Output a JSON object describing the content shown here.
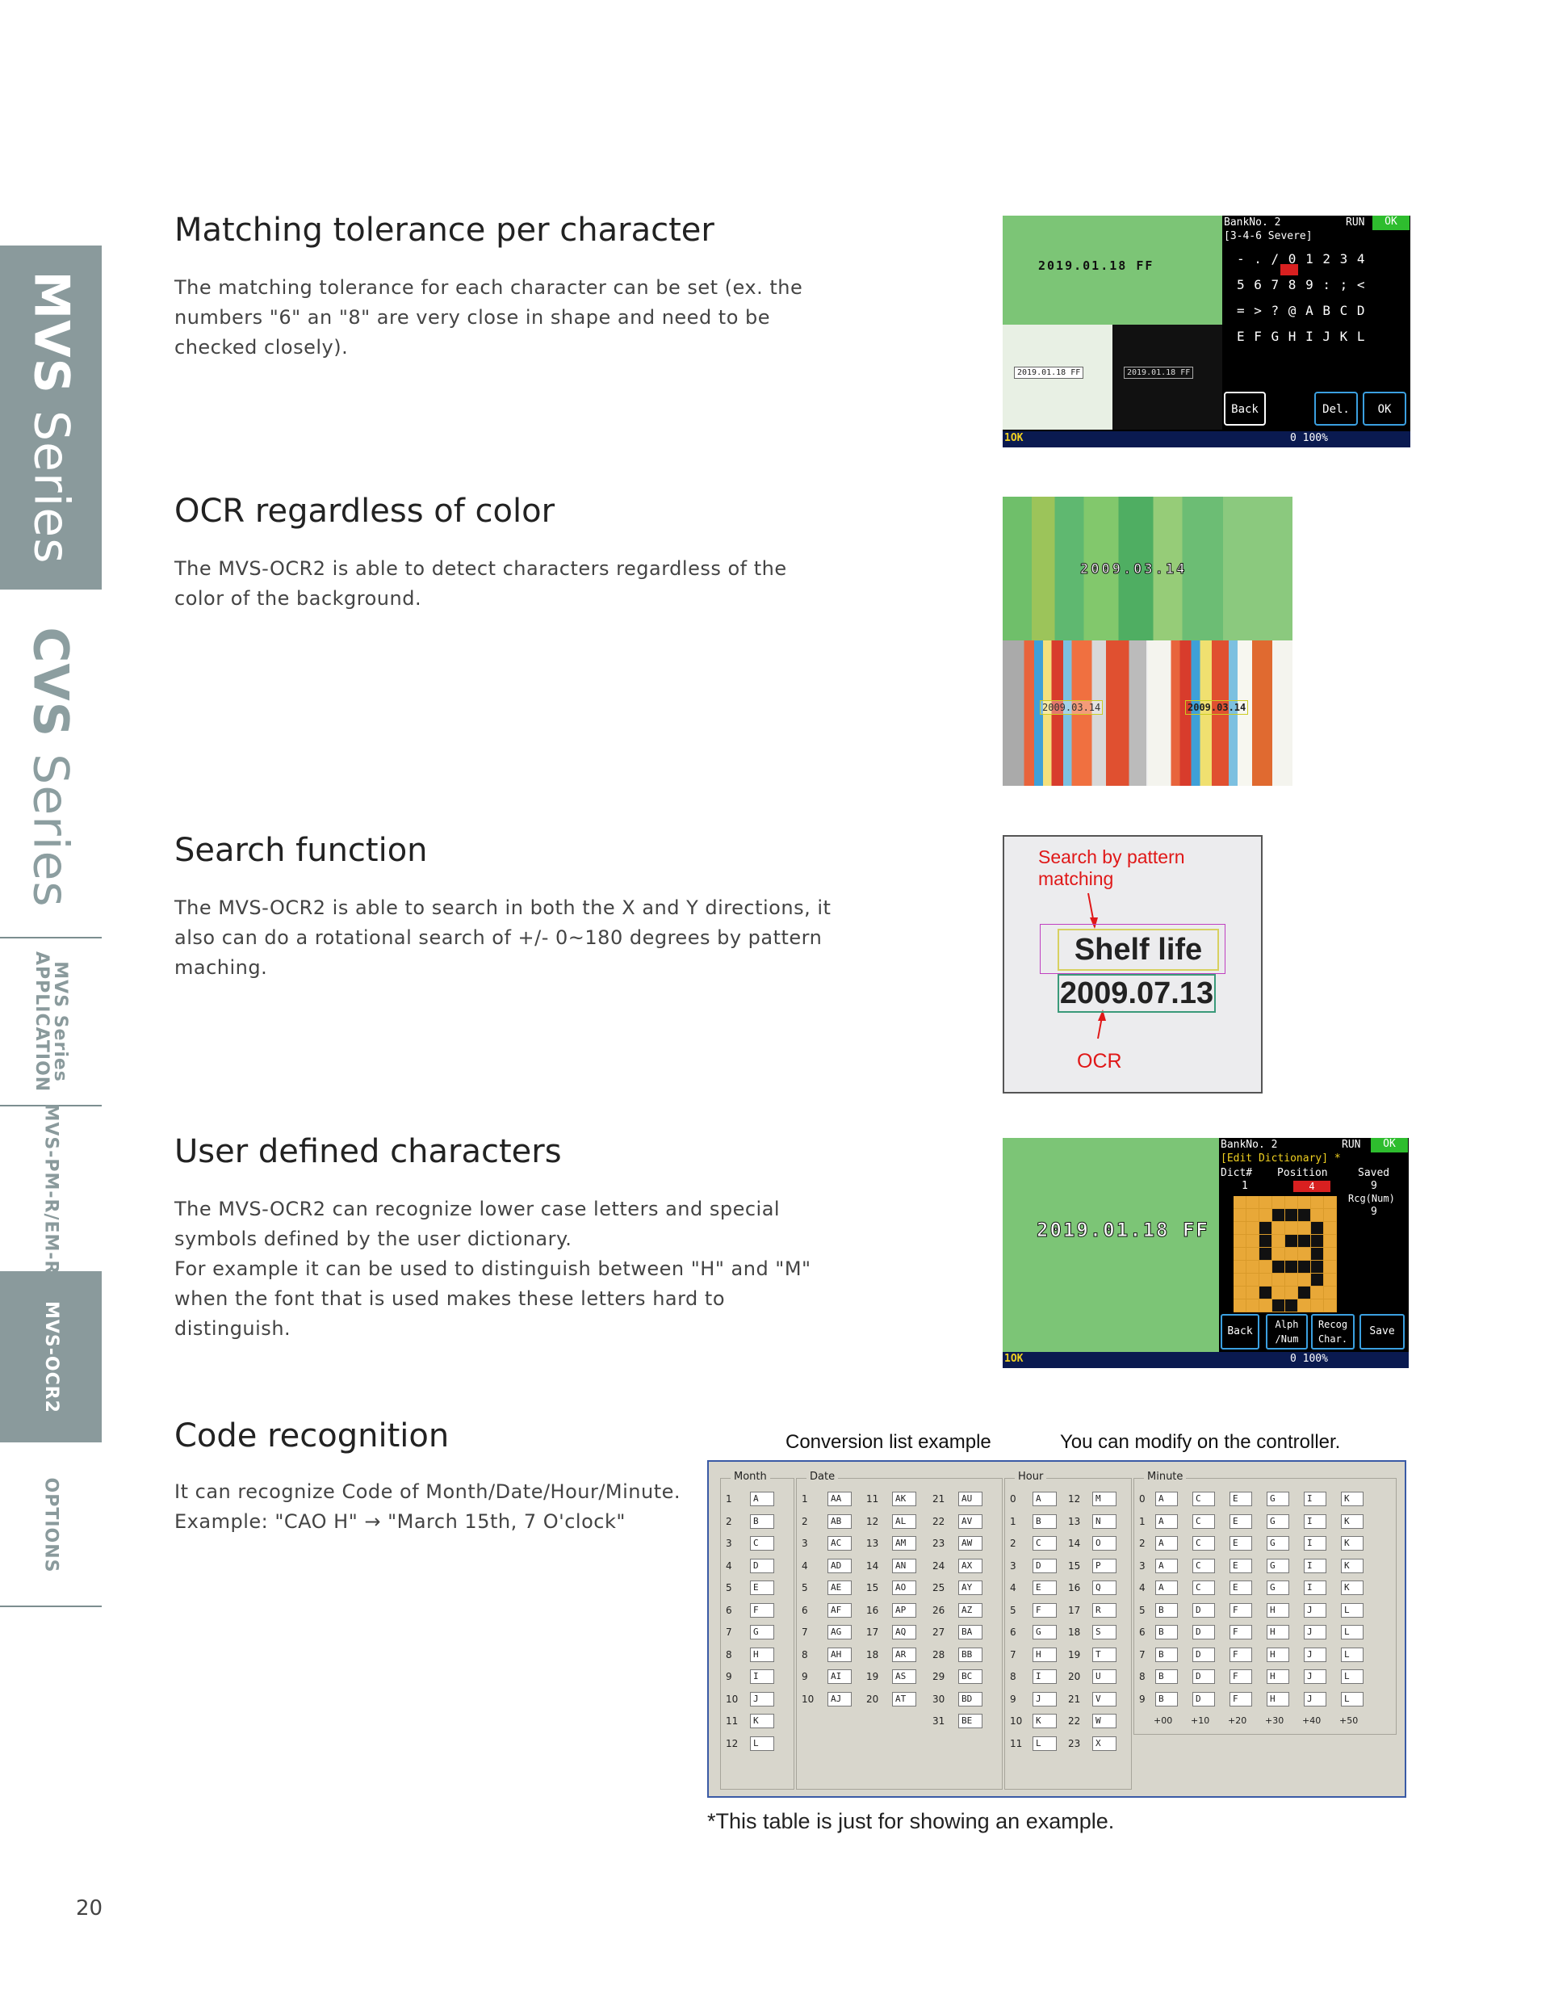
{
  "sidebar": {
    "tabs": [
      {
        "bold": "MVS",
        "rest": " Series"
      },
      {
        "bold": "CVS",
        "rest": " Series"
      },
      {
        "line1": "MVS Series",
        "line2": "APPLICATION"
      },
      {
        "label": "MVS-PM-R/EM-R"
      },
      {
        "label": "MVS-OCR2"
      },
      {
        "label": "OPTIONS"
      }
    ]
  },
  "sections": [
    {
      "title": "Matching tolerance per character",
      "lines": [
        "The matching tolerance for each character can be set (ex. the",
        "numbers \"6\" an \"8\" are very close in shape and need to be",
        "checked closely)."
      ]
    },
    {
      "title": "OCR regardless of color",
      "lines": [
        "The MVS-OCR2 is able to detect characters regardless of the",
        "color of the background."
      ]
    },
    {
      "title": "Search function",
      "lines": [
        "The MVS-OCR2 is able to search in both the X and Y directions, it",
        "also can do a rotational search of +/- 0~180 degrees by pattern",
        "maching."
      ]
    },
    {
      "title": "User defined characters",
      "lines": [
        "The MVS-OCR2 can recognize lower case letters and special",
        "symbols defined by the user dictionary.",
        "For example it can be used to distinguish between \"H\" and \"M\"",
        "when the font that is used makes these letters hard to",
        "distinguish."
      ]
    },
    {
      "title": "Code recognition",
      "lines": [
        "It can recognize Code of Month/Date/Hour/Minute.",
        "Example:  \"CAO H\" → \"March 15th, 7 O'clock\""
      ]
    }
  ],
  "screen1": {
    "bank": "BankNo. 2",
    "run": "RUN",
    "ok_badge": "OK",
    "severity": "[3-4-6 Severe]",
    "char_rows": [
      "- . / 0 1 2 3 4",
      "5 6 7 8 9 : ; <",
      "= > ? @ A B C D",
      "E F G H I J K L"
    ],
    "main_text": "2019.01.18 FF",
    "thumb1": "2019.01.18 FF",
    "thumb2": "2019.01.18 FF",
    "btn_back": "Back",
    "btn_del": "Del.",
    "btn_ok": "OK",
    "status_left": "1OK",
    "status_right": "0 100%"
  },
  "screen2": {
    "top_text": "2009.03.14",
    "left_text": "2009.03.14",
    "right_text": "2009.03.14"
  },
  "screen3": {
    "label_top_1": "Search by pattern",
    "label_top_2": "matching",
    "shelf": "Shelf life",
    "date": "2009.07.13",
    "label_bottom": "OCR"
  },
  "screen4": {
    "bank": "BankNo. 2",
    "run": "RUN",
    "ok_badge": "OK",
    "mode": "[Edit Dictionary] *",
    "dict_label": "Dict#",
    "position_label": "Position",
    "saved_label": "Saved",
    "dict_val": "1",
    "position_val": "4",
    "saved_val": "9",
    "rcg_label": "Rcg(Num)",
    "rcg_val": "9",
    "main_text": "2019.01.18 FF",
    "btn_back": "Back",
    "btn_alph_1": "Alph",
    "btn_alph_2": "/Num",
    "btn_recog_1": "Recog",
    "btn_recog_2": "Char.",
    "btn_save": "Save",
    "status_left": "1OK",
    "status_right": "0 100%"
  },
  "conversion": {
    "title": "Conversion list example",
    "modify_note": "You can modify on the controller.",
    "footnote": "*This table is just for showing an example.",
    "month_title": "Month",
    "date_title": "Date",
    "hour_title": "Hour",
    "minute_title": "Minute",
    "month": [
      [
        "1",
        "A"
      ],
      [
        "2",
        "B"
      ],
      [
        "3",
        "C"
      ],
      [
        "4",
        "D"
      ],
      [
        "5",
        "E"
      ],
      [
        "6",
        "F"
      ],
      [
        "7",
        "G"
      ],
      [
        "8",
        "H"
      ],
      [
        "9",
        "I"
      ],
      [
        "10",
        "J"
      ],
      [
        "11",
        "K"
      ],
      [
        "12",
        "L"
      ]
    ],
    "date": [
      [
        "1",
        "AA",
        "11",
        "AK",
        "21",
        "AU"
      ],
      [
        "2",
        "AB",
        "12",
        "AL",
        "22",
        "AV"
      ],
      [
        "3",
        "AC",
        "13",
        "AM",
        "23",
        "AW"
      ],
      [
        "4",
        "AD",
        "14",
        "AN",
        "24",
        "AX"
      ],
      [
        "5",
        "AE",
        "15",
        "AO",
        "25",
        "AY"
      ],
      [
        "6",
        "AF",
        "16",
        "AP",
        "26",
        "AZ"
      ],
      [
        "7",
        "AG",
        "17",
        "AQ",
        "27",
        "BA"
      ],
      [
        "8",
        "AH",
        "18",
        "AR",
        "28",
        "BB"
      ],
      [
        "9",
        "AI",
        "19",
        "AS",
        "29",
        "BC"
      ],
      [
        "10",
        "AJ",
        "20",
        "AT",
        "30",
        "BD"
      ],
      [
        "",
        "",
        "",
        "",
        "31",
        "BE"
      ]
    ],
    "hour": [
      [
        "0",
        "A",
        "12",
        "M"
      ],
      [
        "1",
        "B",
        "13",
        "N"
      ],
      [
        "2",
        "C",
        "14",
        "O"
      ],
      [
        "3",
        "D",
        "15",
        "P"
      ],
      [
        "4",
        "E",
        "16",
        "Q"
      ],
      [
        "5",
        "F",
        "17",
        "R"
      ],
      [
        "6",
        "G",
        "18",
        "S"
      ],
      [
        "7",
        "H",
        "19",
        "T"
      ],
      [
        "8",
        "I",
        "20",
        "U"
      ],
      [
        "9",
        "J",
        "21",
        "V"
      ],
      [
        "10",
        "K",
        "22",
        "W"
      ],
      [
        "11",
        "L",
        "23",
        "X"
      ]
    ],
    "minute": [
      [
        "0",
        "A",
        "C",
        "E",
        "G",
        "I",
        "K"
      ],
      [
        "1",
        "A",
        "C",
        "E",
        "G",
        "I",
        "K"
      ],
      [
        "2",
        "A",
        "C",
        "E",
        "G",
        "I",
        "K"
      ],
      [
        "3",
        "A",
        "C",
        "E",
        "G",
        "I",
        "K"
      ],
      [
        "4",
        "A",
        "C",
        "E",
        "G",
        "I",
        "K"
      ],
      [
        "5",
        "B",
        "D",
        "F",
        "H",
        "J",
        "L"
      ],
      [
        "6",
        "B",
        "D",
        "F",
        "H",
        "J",
        "L"
      ],
      [
        "7",
        "B",
        "D",
        "F",
        "H",
        "J",
        "L"
      ],
      [
        "8",
        "B",
        "D",
        "F",
        "H",
        "J",
        "L"
      ],
      [
        "9",
        "B",
        "D",
        "F",
        "H",
        "J",
        "L"
      ]
    ],
    "minute_offsets": [
      "+00",
      "+10",
      "+20",
      "+30",
      "+40",
      "+50"
    ]
  },
  "page_number": "20",
  "colors": {
    "tab_active": "#8a9a9c",
    "screen_green": "#7cc576",
    "highlight_red": "#d82020",
    "table_border": "#3a5aa5"
  }
}
